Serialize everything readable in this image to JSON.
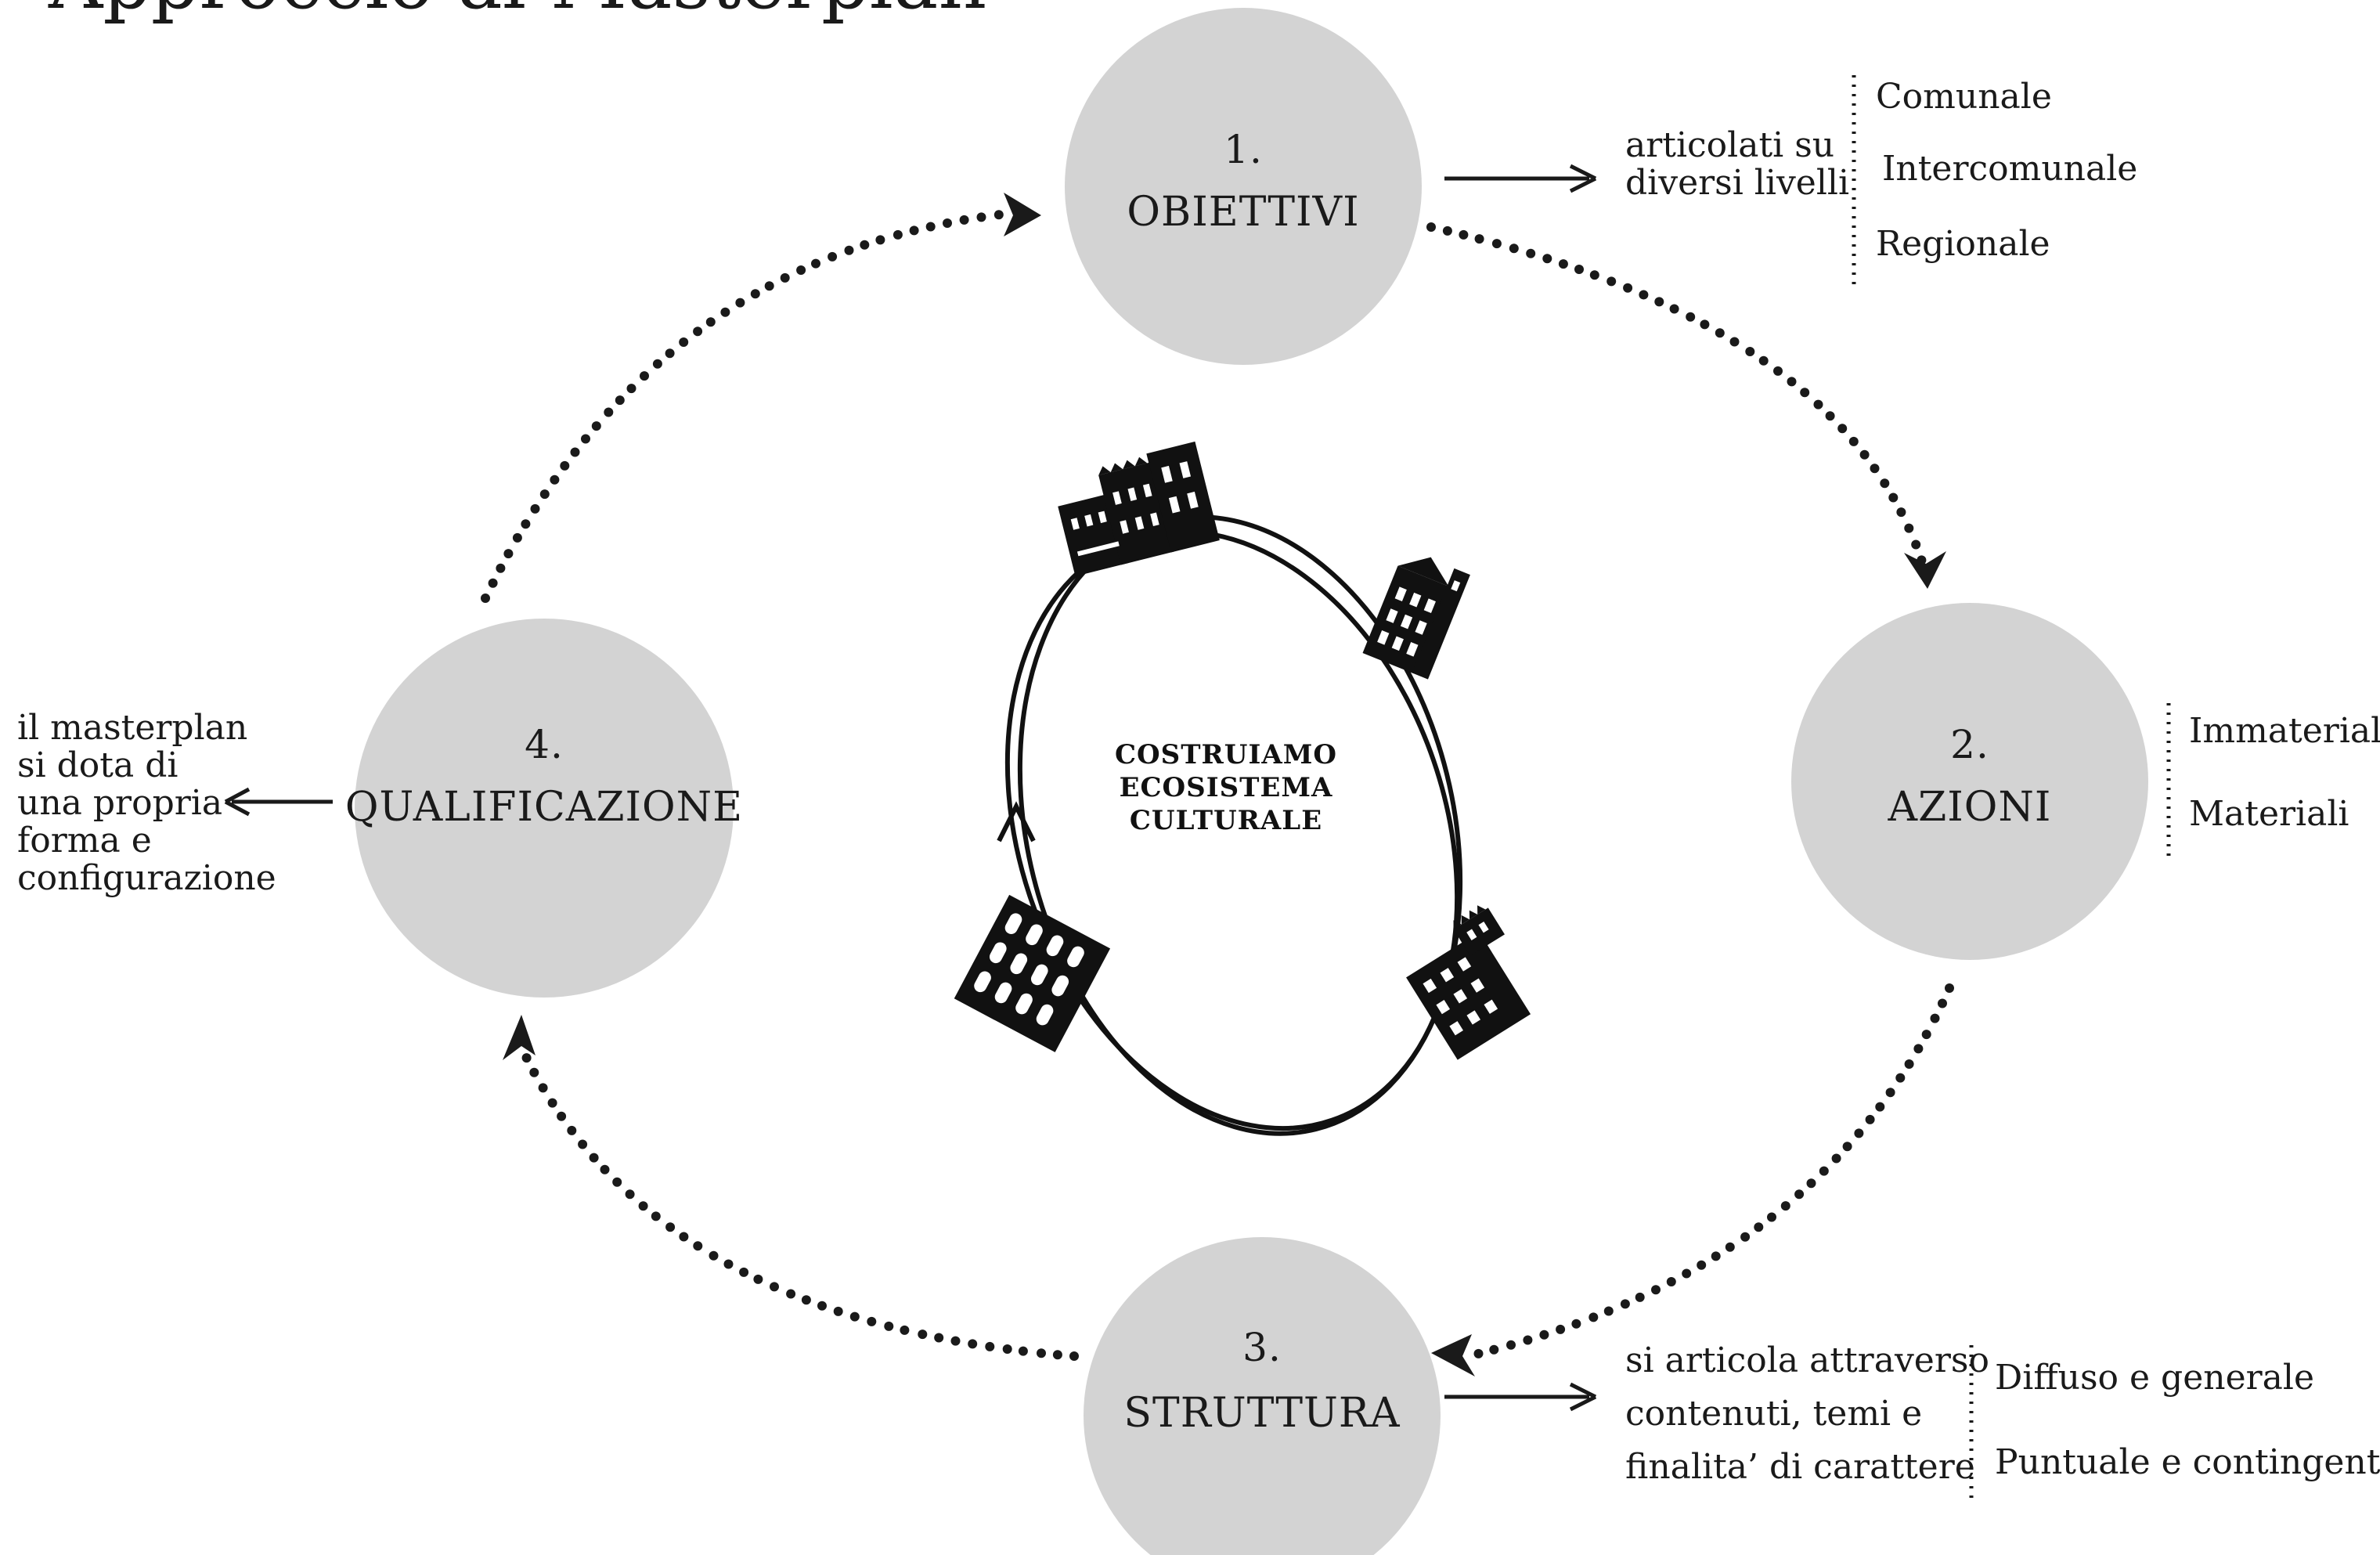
{
  "title": "Approccio al Masterplan",
  "center": {
    "lines": [
      "COSTRUIAMO",
      "ECOSISTEMA",
      "CULTURALE"
    ]
  },
  "nodes": [
    {
      "number": "1.",
      "label": "OBIETTIVI"
    },
    {
      "number": "2.",
      "label": "AZIONI"
    },
    {
      "number": "3.",
      "label": "STRUTTURA"
    },
    {
      "number": "4.",
      "label": "QUALIFICAZIONE"
    }
  ],
  "obiettivi_note": {
    "text": [
      "articolati su",
      "diversi livelli"
    ],
    "levels": [
      "Comunale",
      "Intercomunale",
      "Regionale"
    ]
  },
  "azioni_note": {
    "types": [
      "Immateriali",
      "Materiali"
    ]
  },
  "struttura_note": {
    "text": [
      "si articola attraverso",
      "contenuti, temi e",
      "finalita’ di carattere"
    ],
    "types": [
      "Diffuso e generale",
      "Puntuale e contingente"
    ]
  },
  "qualificazione_note": {
    "text": [
      "il masterplan",
      "si dota di",
      "una propria",
      "forma e",
      "configurazione"
    ]
  },
  "colors": {
    "circle_fill": "#d3d3d3",
    "ink": "#1a1a1a",
    "background": "#ffffff"
  }
}
